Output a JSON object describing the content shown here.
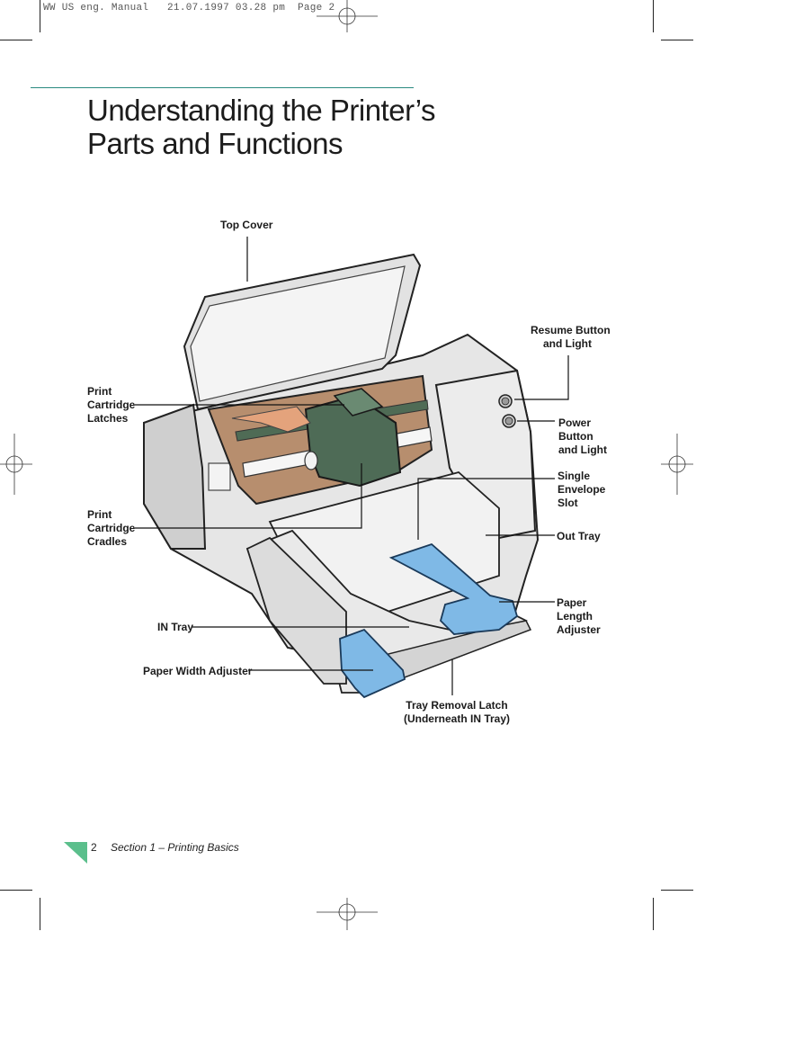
{
  "slug": "WW US eng. Manual   21.07.1997 03.28 pm  Page 2",
  "title": {
    "line1": "Understanding the Printer’s",
    "line2": "Parts and Functions"
  },
  "labels": {
    "top_cover": "Top Cover",
    "resume_1": "Resume Button",
    "resume_2": "and Light",
    "latches_1": "Print",
    "latches_2": "Cartridge",
    "latches_3": "Latches",
    "power_1": "Power",
    "power_2": "Button",
    "power_3": "and Light",
    "envelope_1": "Single",
    "envelope_2": "Envelope",
    "envelope_3": "Slot",
    "cradles_1": "Print",
    "cradles_2": "Cartridge",
    "cradles_3": "Cradles",
    "out_tray": "Out Tray",
    "length_1": "Paper",
    "length_2": "Length",
    "length_3": "Adjuster",
    "in_tray": "IN Tray",
    "width_adjuster": "Paper Width Adjuster",
    "removal_1": "Tray Removal Latch",
    "removal_2": "(Underneath IN Tray)"
  },
  "footer": {
    "page_number": "2",
    "section": "Section 1 – Printing Basics"
  },
  "colors": {
    "accent": "#2a8a80",
    "footer_triangle": "#5bbf8c",
    "adjuster_blue": "#7fb9e6"
  }
}
